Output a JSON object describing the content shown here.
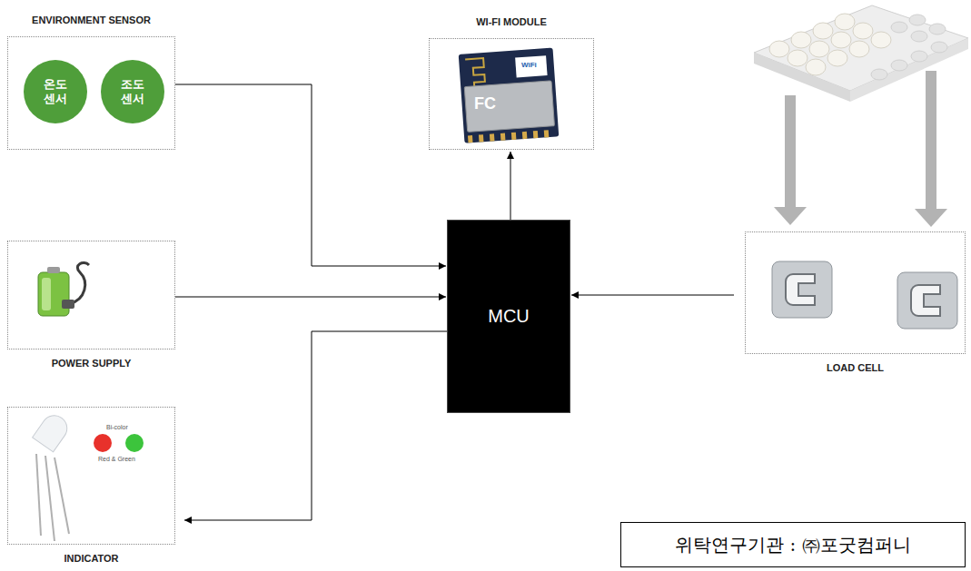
{
  "diagram": {
    "nodes": [
      {
        "text": [
          "ENVIRONMENT SENSOR"
        ]
      },
      {
        "text": [
          "온도 센서"
        ],
        "in": 0
      },
      {
        "text": [
          "조도 센서"
        ],
        "in": 0
      },
      {
        "text": [
          "WI-FI MODULE"
        ]
      },
      {
        "text": [
          "POWER SUPPLY"
        ]
      },
      {
        "text": [
          "MCU"
        ]
      },
      {
        "text": [
          "LOAD CELL"
        ]
      },
      {
        "text": [
          "INDICATOR"
        ]
      },
      {
        "text": [
          "위탁연구기관 : ㈜포굿컴퍼니"
        ]
      }
    ],
    "edges": [
      {
        "from": 0,
        "to": 5,
        "arrow": "to"
      },
      {
        "from": 5,
        "to": 3,
        "arrow": "to"
      },
      {
        "from": 4,
        "to": 5,
        "arrow": "to"
      },
      {
        "from": 5,
        "to": 7,
        "arrow": "to"
      },
      {
        "from": 6,
        "to": 5,
        "arrow": "to"
      }
    ],
    "labels": [
      "WiFi",
      "FC",
      "Bi-color",
      "Red & Green"
    ]
  }
}
